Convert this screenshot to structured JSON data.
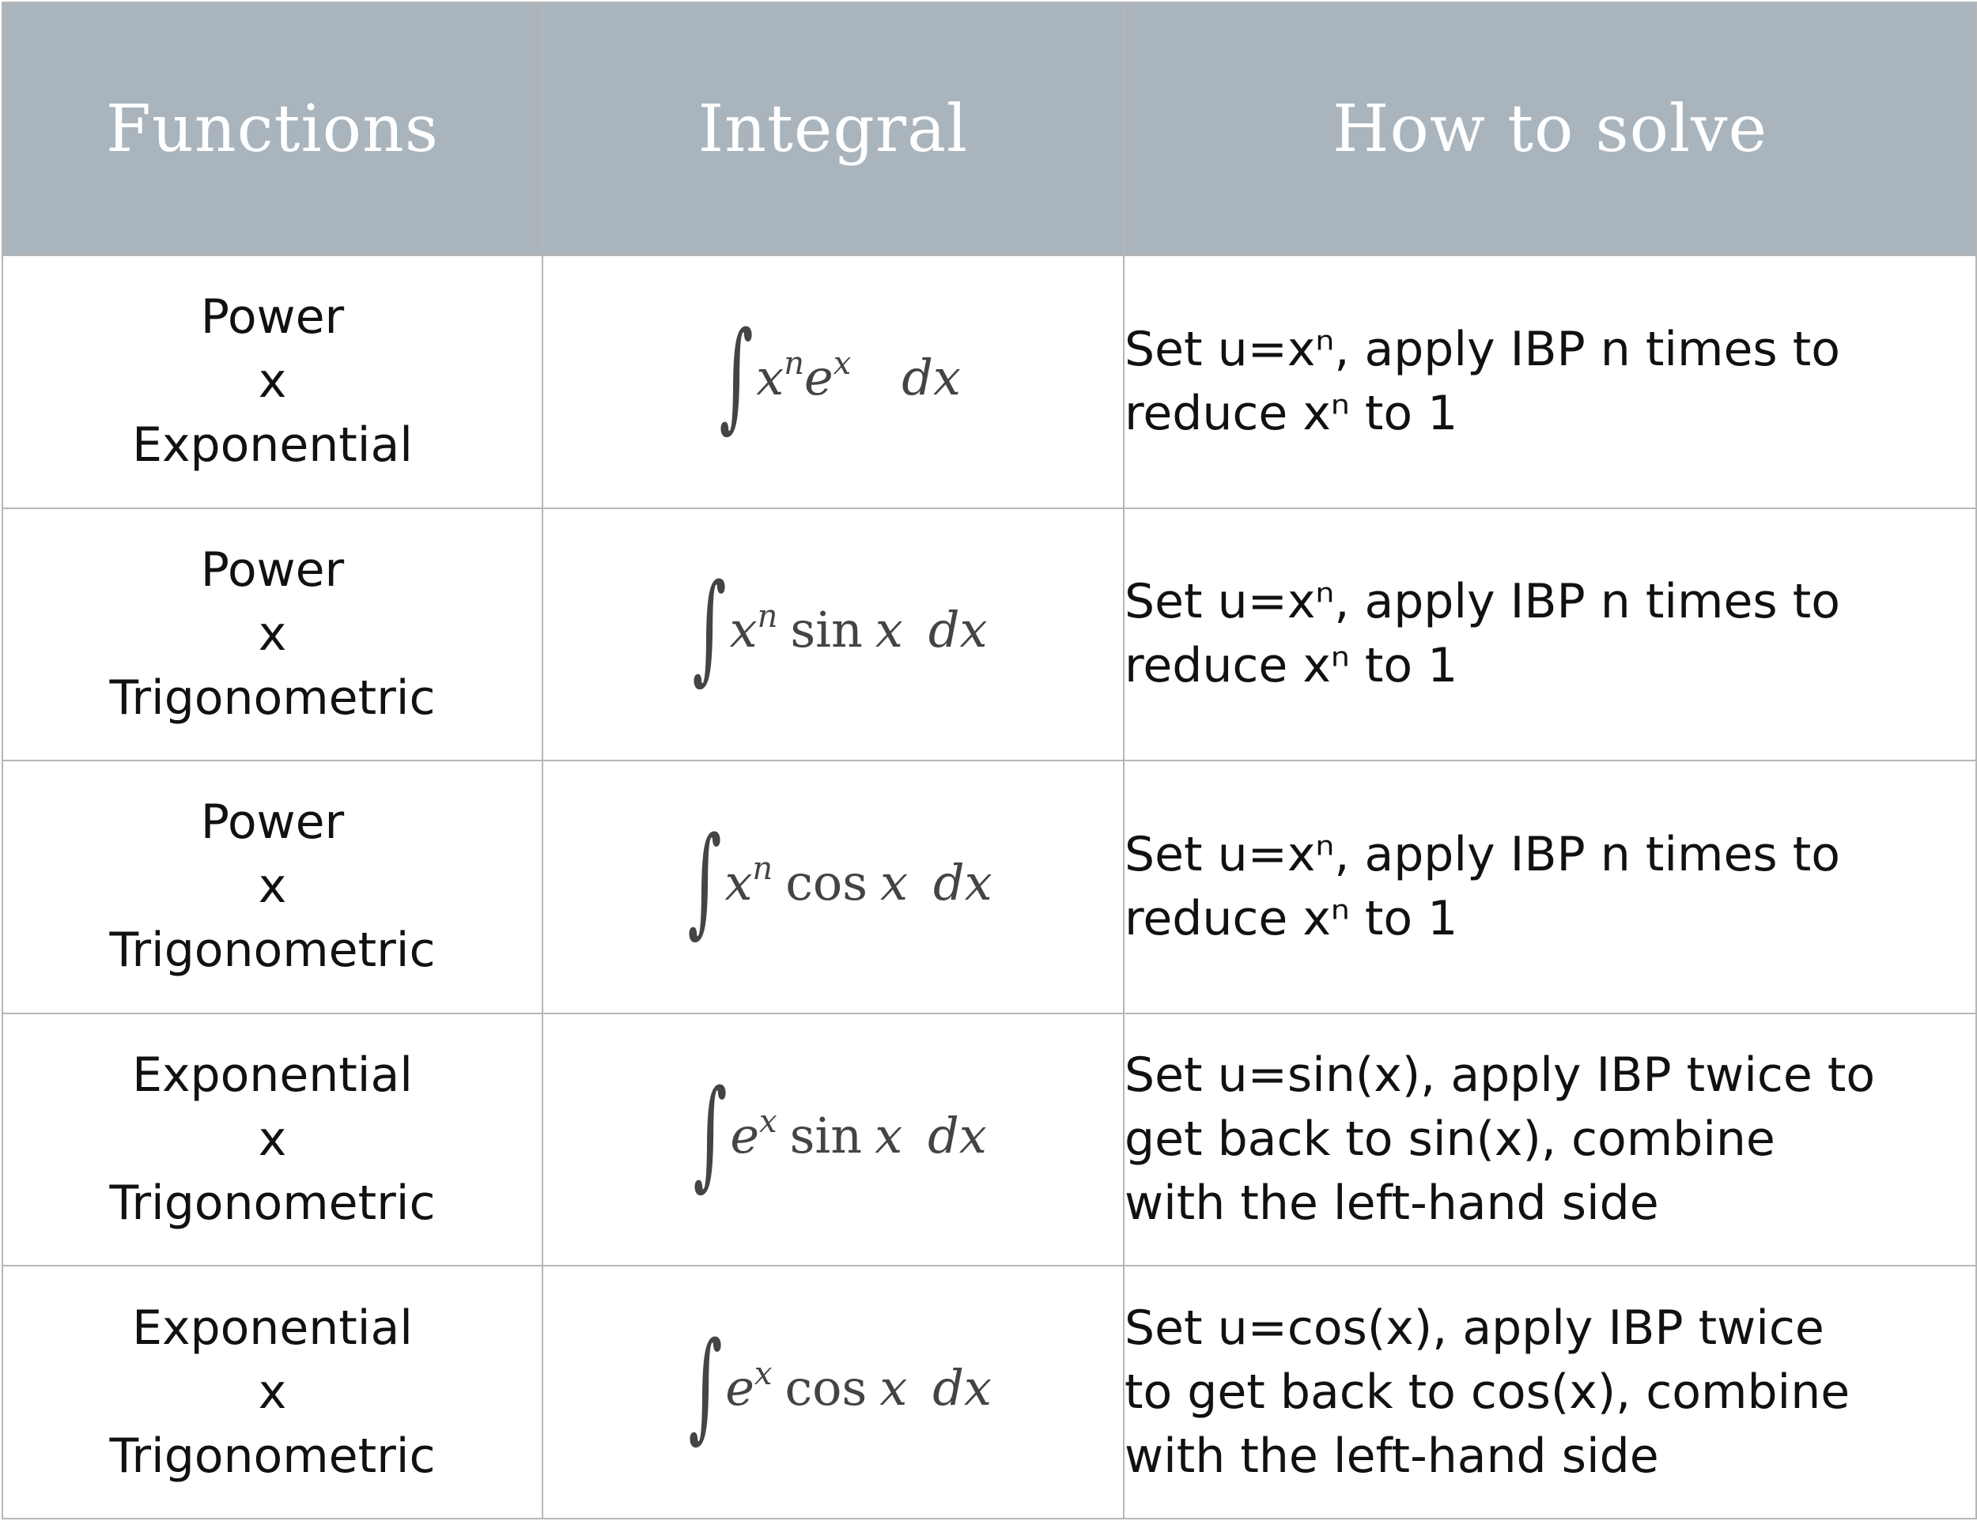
{
  "headers": [
    "Functions",
    "Integral",
    "How to solve"
  ],
  "rows": [
    {
      "functions": [
        "Power",
        "x",
        "Exponential"
      ],
      "integral": {
        "factor1": "x",
        "factor1_exp": "n",
        "func": "e",
        "func_exp": "x",
        "trig": "",
        "arg": "",
        "dx": "dx"
      },
      "how": [
        "Set u=xⁿ, apply IBP n times to",
        "reduce xⁿ to 1"
      ]
    },
    {
      "functions": [
        "Power",
        "x",
        "Trigonometric"
      ],
      "integral": {
        "factor1": "x",
        "factor1_exp": "n",
        "func": "",
        "func_exp": "",
        "trig": "sin",
        "arg": "x",
        "dx": "dx"
      },
      "how": [
        "Set u=xⁿ, apply IBP n times to",
        "reduce xⁿ to 1"
      ]
    },
    {
      "functions": [
        "Power",
        "x",
        "Trigonometric"
      ],
      "integral": {
        "factor1": "x",
        "factor1_exp": "n",
        "func": "",
        "func_exp": "",
        "trig": "cos",
        "arg": "x",
        "dx": "dx"
      },
      "how": [
        "Set u=xⁿ, apply IBP n times to",
        "reduce xⁿ to 1"
      ]
    },
    {
      "functions": [
        "Exponential",
        "x",
        "Trigonometric"
      ],
      "integral": {
        "factor1": "e",
        "factor1_exp": "x",
        "func": "",
        "func_exp": "",
        "trig": "sin",
        "arg": "x",
        "dx": "dx"
      },
      "how": [
        "Set u=sin(x), apply IBP twice to",
        "get back to sin(x), combine",
        "with the left-hand side"
      ]
    },
    {
      "functions": [
        "Exponential",
        "x",
        "Trigonometric"
      ],
      "integral": {
        "factor1": "e",
        "factor1_exp": "x",
        "func": "",
        "func_exp": "",
        "trig": "cos",
        "arg": "x",
        "dx": "dx"
      },
      "how": [
        "Set u=cos(x), apply IBP twice",
        "to get back to cos(x), combine",
        "with the left-hand side"
      ]
    }
  ],
  "integral_sign": "∫",
  "colors": {
    "header_bg": "#a9b4bd",
    "header_text": "#ffffff",
    "border": "#b6b6b6",
    "math_text": "#444444"
  }
}
